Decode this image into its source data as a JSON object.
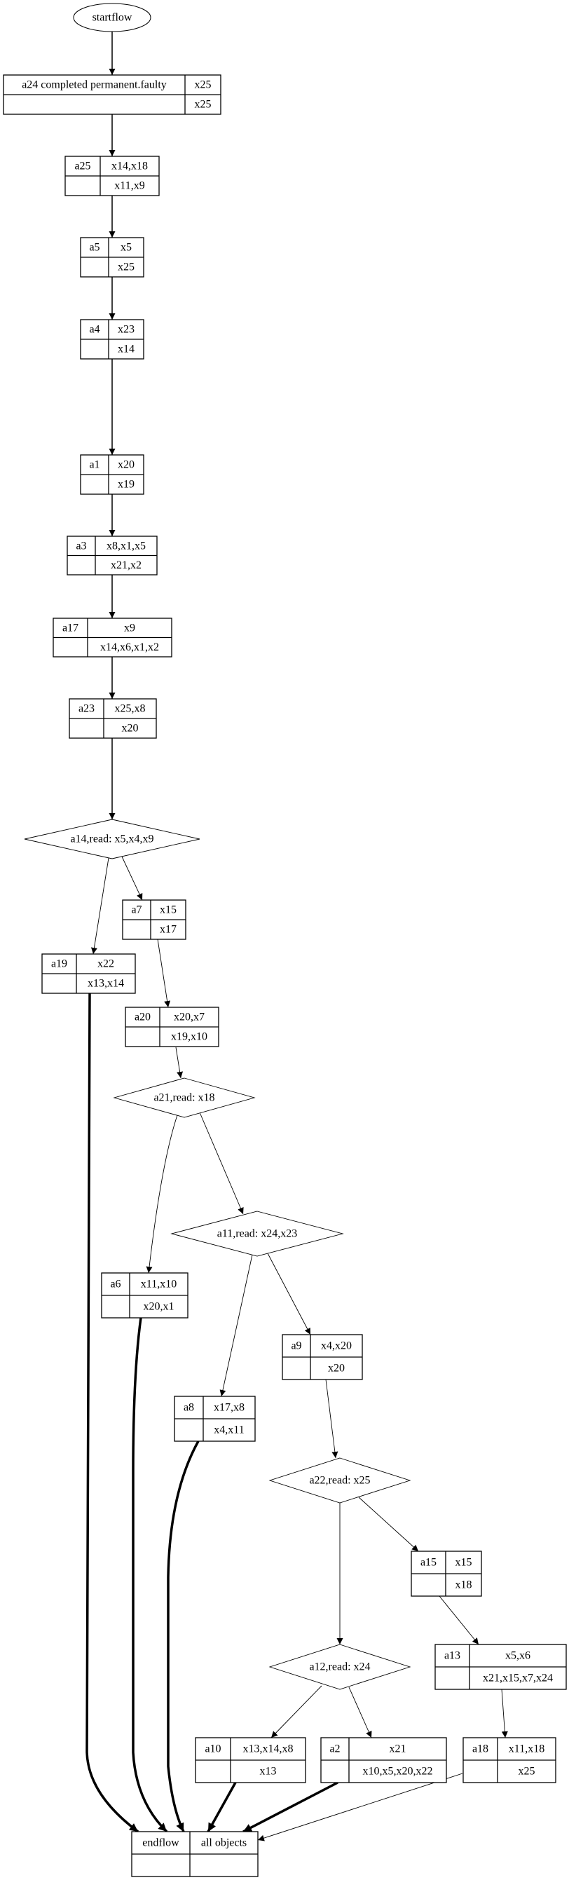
{
  "colors": {
    "stroke": "#000000",
    "background": "#ffffff"
  },
  "nodes": [
    {
      "id": "startflow",
      "shape": "ellipse",
      "label": "startflow"
    },
    {
      "id": "a24",
      "shape": "record",
      "name": "a24 completed permanent.faulty",
      "write": "x25",
      "read": "x25"
    },
    {
      "id": "a25",
      "shape": "record",
      "name": "a25",
      "write": "x14,x18",
      "read": "x11,x9"
    },
    {
      "id": "a5",
      "shape": "record",
      "name": "a5",
      "write": "x5",
      "read": "x25"
    },
    {
      "id": "a4",
      "shape": "record",
      "name": "a4",
      "write": "x23",
      "read": "x14"
    },
    {
      "id": "a1",
      "shape": "record",
      "name": "a1",
      "write": "x20",
      "read": "x19"
    },
    {
      "id": "a3",
      "shape": "record",
      "name": "a3",
      "write": "x8,x1,x5",
      "read": "x21,x2"
    },
    {
      "id": "a17",
      "shape": "record",
      "name": "a17",
      "write": "x9",
      "read": "x14,x6,x1,x2"
    },
    {
      "id": "a23",
      "shape": "record",
      "name": "a23",
      "write": "x25,x8",
      "read": "x20"
    },
    {
      "id": "a14",
      "shape": "diamond",
      "label": "a14,read: x5,x4,x9"
    },
    {
      "id": "a7",
      "shape": "record",
      "name": "a7",
      "write": "x15",
      "read": "x17"
    },
    {
      "id": "a19",
      "shape": "record",
      "name": "a19",
      "write": "x22",
      "read": "x13,x14"
    },
    {
      "id": "a20",
      "shape": "record",
      "name": "a20",
      "write": "x20,x7",
      "read": "x19,x10"
    },
    {
      "id": "a21",
      "shape": "diamond",
      "label": "a21,read: x18"
    },
    {
      "id": "a11",
      "shape": "diamond",
      "label": "a11,read: x24,x23"
    },
    {
      "id": "a6",
      "shape": "record",
      "name": "a6",
      "write": "x11,x10",
      "read": "x20,x1"
    },
    {
      "id": "a9",
      "shape": "record",
      "name": "a9",
      "write": "x4,x20",
      "read": "x20"
    },
    {
      "id": "a8",
      "shape": "record",
      "name": "a8",
      "write": "x17,x8",
      "read": "x4,x11"
    },
    {
      "id": "a22",
      "shape": "diamond",
      "label": "a22,read: x25"
    },
    {
      "id": "a15",
      "shape": "record",
      "name": "a15",
      "write": "x15",
      "read": "x18"
    },
    {
      "id": "a12",
      "shape": "diamond",
      "label": "a12,read: x24"
    },
    {
      "id": "a13",
      "shape": "record",
      "name": "a13",
      "write": "x5,x6",
      "read": "x21,x15,x7,x24"
    },
    {
      "id": "a10",
      "shape": "record",
      "name": "a10",
      "write": "x13,x14,x8",
      "read": "x13"
    },
    {
      "id": "a2",
      "shape": "record",
      "name": "a2",
      "write": "x21",
      "read": "x10,x5,x20,x22"
    },
    {
      "id": "a18",
      "shape": "record",
      "name": "a18",
      "write": "x11,x18",
      "read": "x25"
    },
    {
      "id": "endflow",
      "shape": "record",
      "name": "endflow",
      "write": "all objects",
      "read": ""
    }
  ],
  "edges": [
    {
      "from": "startflow",
      "to": "a24",
      "style": "normal"
    },
    {
      "from": "a24",
      "to": "a25",
      "style": "normal"
    },
    {
      "from": "a25",
      "to": "a5",
      "style": "normal"
    },
    {
      "from": "a5",
      "to": "a4",
      "style": "normal"
    },
    {
      "from": "a4",
      "to": "a1",
      "style": "normal"
    },
    {
      "from": "a1",
      "to": "a3",
      "style": "normal"
    },
    {
      "from": "a3",
      "to": "a17",
      "style": "normal"
    },
    {
      "from": "a17",
      "to": "a23",
      "style": "normal"
    },
    {
      "from": "a23",
      "to": "a14",
      "style": "normal"
    },
    {
      "from": "a14",
      "to": "a19",
      "style": "thin"
    },
    {
      "from": "a14",
      "to": "a7",
      "style": "thin"
    },
    {
      "from": "a7",
      "to": "a20",
      "style": "thin"
    },
    {
      "from": "a20",
      "to": "a21",
      "style": "thin"
    },
    {
      "from": "a21",
      "to": "a6",
      "style": "thin"
    },
    {
      "from": "a21",
      "to": "a11",
      "style": "thin"
    },
    {
      "from": "a11",
      "to": "a8",
      "style": "thin"
    },
    {
      "from": "a11",
      "to": "a9",
      "style": "thin"
    },
    {
      "from": "a9",
      "to": "a22",
      "style": "thin"
    },
    {
      "from": "a22",
      "to": "a12",
      "style": "thin"
    },
    {
      "from": "a22",
      "to": "a15",
      "style": "thin"
    },
    {
      "from": "a15",
      "to": "a13",
      "style": "thin"
    },
    {
      "from": "a13",
      "to": "a18",
      "style": "thin"
    },
    {
      "from": "a12",
      "to": "a10",
      "style": "thin"
    },
    {
      "from": "a12",
      "to": "a2",
      "style": "thin"
    },
    {
      "from": "a19",
      "to": "endflow",
      "style": "bold"
    },
    {
      "from": "a6",
      "to": "endflow",
      "style": "bold"
    },
    {
      "from": "a8",
      "to": "endflow",
      "style": "bold"
    },
    {
      "from": "a10",
      "to": "endflow",
      "style": "bold"
    },
    {
      "from": "a2",
      "to": "endflow",
      "style": "bold"
    },
    {
      "from": "a18",
      "to": "endflow",
      "style": "thin"
    }
  ]
}
